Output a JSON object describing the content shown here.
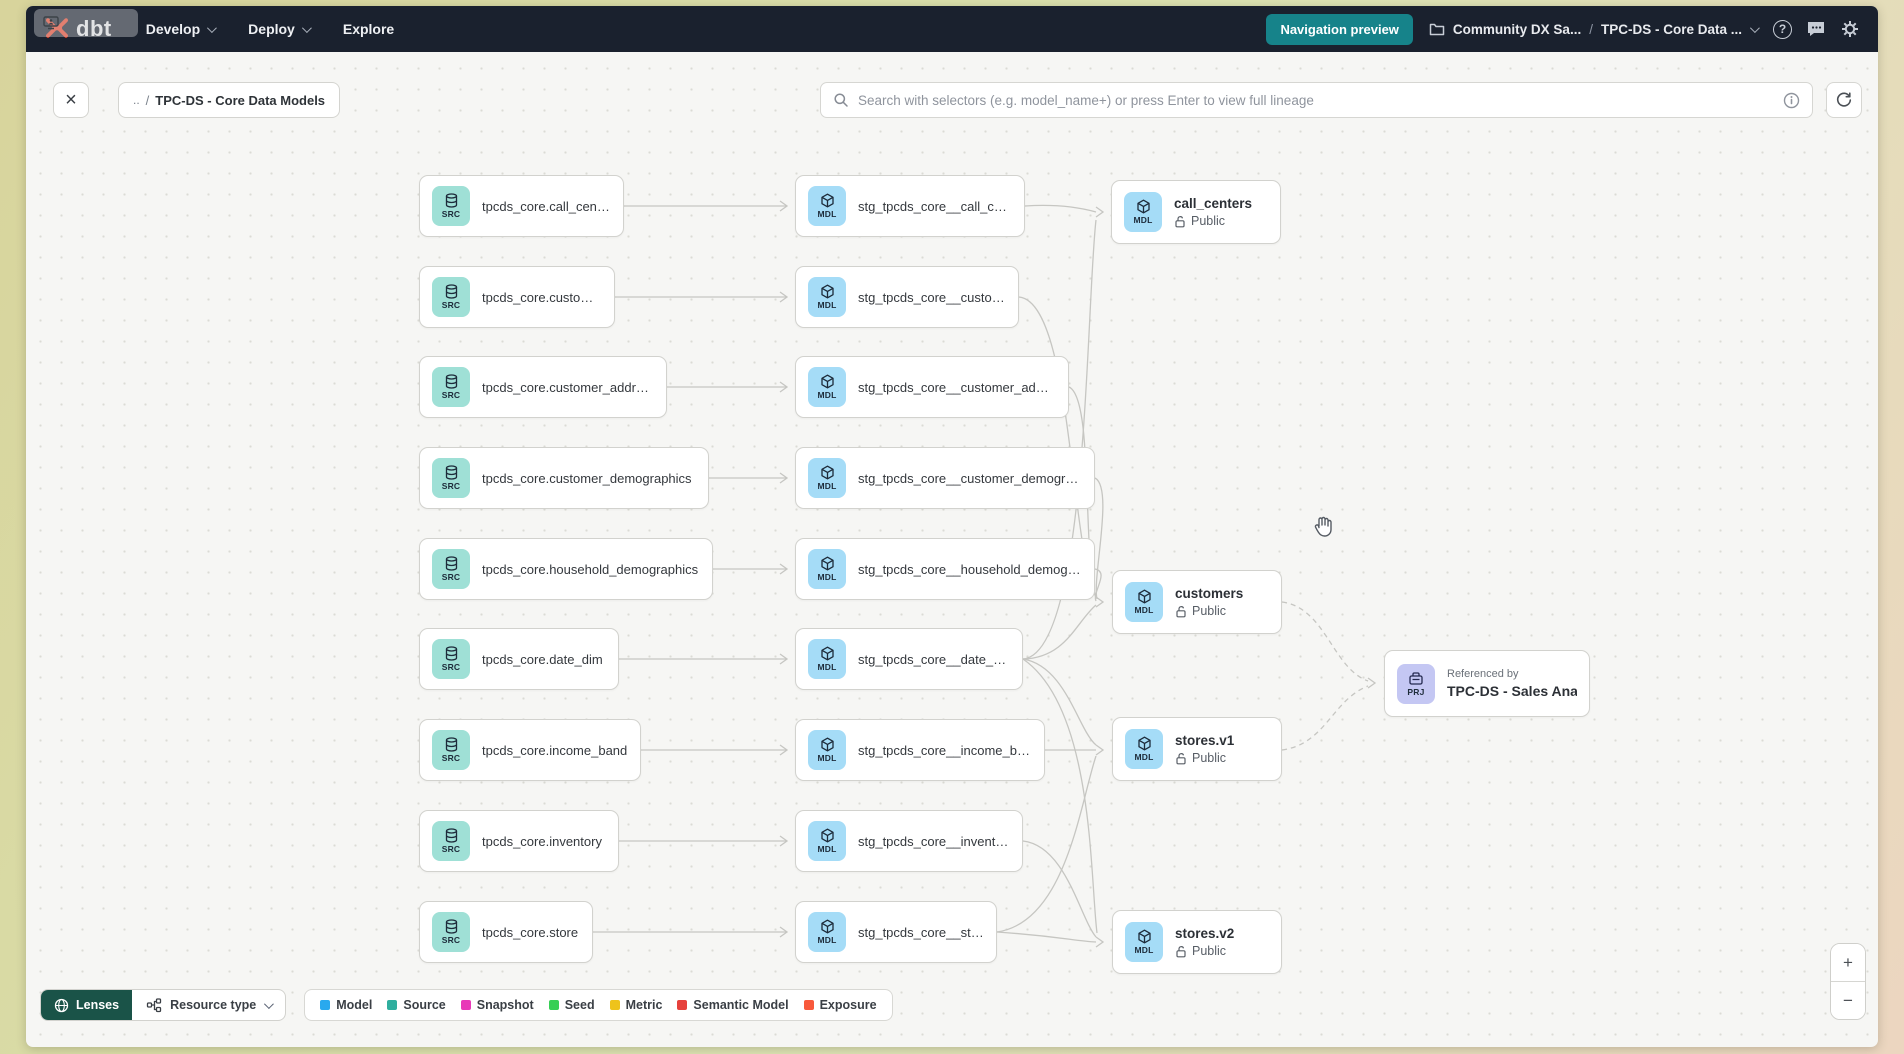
{
  "nav": {
    "logo_text": "dbt",
    "menu": [
      {
        "label": "Develop",
        "has_chevron": true
      },
      {
        "label": "Deploy",
        "has_chevron": true
      },
      {
        "label": "Explore",
        "has_chevron": false
      }
    ],
    "preview_button_label": "Navigation preview",
    "project_name": "Community DX Sa...",
    "crumb_separator": "/",
    "environment_name": "TPC-DS - Core Data ...",
    "help_glyph": "?"
  },
  "toolbar": {
    "close_glyph": "×",
    "breadcrumb_prefix": "..",
    "breadcrumb_separator": "/",
    "breadcrumb_current": "TPC-DS - Core Data Models",
    "search_placeholder": "Search with selectors (e.g. model_name+) or press Enter to view full lineage"
  },
  "graph": {
    "badges": {
      "source": "SRC",
      "model": "MDL",
      "project": "PRJ"
    },
    "sources": [
      "tpcds_core.call_center",
      "tpcds_core.customer",
      "tpcds_core.customer_address",
      "tpcds_core.customer_demographics",
      "tpcds_core.household_demographics",
      "tpcds_core.date_dim",
      "tpcds_core.income_band",
      "tpcds_core.inventory",
      "tpcds_core.store"
    ],
    "staging": [
      "stg_tpcds_core__call_center",
      "stg_tpcds_core__customer",
      "stg_tpcds_core__customer_address",
      "stg_tpcds_core__customer_demogra...",
      "stg_tpcds_core__household_demogr...",
      "stg_tpcds_core__date_dim",
      "stg_tpcds_core__income_band",
      "stg_tpcds_core__inventory",
      "stg_tpcds_core__store"
    ],
    "public_models": [
      {
        "name": "call_centers",
        "access": "Public"
      },
      {
        "name": "customers",
        "access": "Public"
      },
      {
        "name": "stores.v1",
        "access": "Public"
      },
      {
        "name": "stores.v2",
        "access": "Public"
      }
    ],
    "project_node": {
      "title": "Referenced by",
      "name": "TPC-DS - Sales Analytics"
    }
  },
  "legend": {
    "lenses_label": "Lenses",
    "resource_type_label": "Resource type",
    "items": [
      {
        "label": "Model",
        "color": "#29a9ee"
      },
      {
        "label": "Source",
        "color": "#2fae9e"
      },
      {
        "label": "Snapshot",
        "color": "#e838b8"
      },
      {
        "label": "Seed",
        "color": "#36cf55"
      },
      {
        "label": "Metric",
        "color": "#eec31b"
      },
      {
        "label": "Semantic Model",
        "color": "#e6413c"
      },
      {
        "label": "Exposure",
        "color": "#f8593b"
      }
    ]
  },
  "zoom_controls": {
    "zoom_in": "+",
    "zoom_out": "−"
  },
  "colors": {
    "accent_teal": "#16838a",
    "nav_bg": "#1a212e",
    "edge": "#c6c6c2"
  }
}
